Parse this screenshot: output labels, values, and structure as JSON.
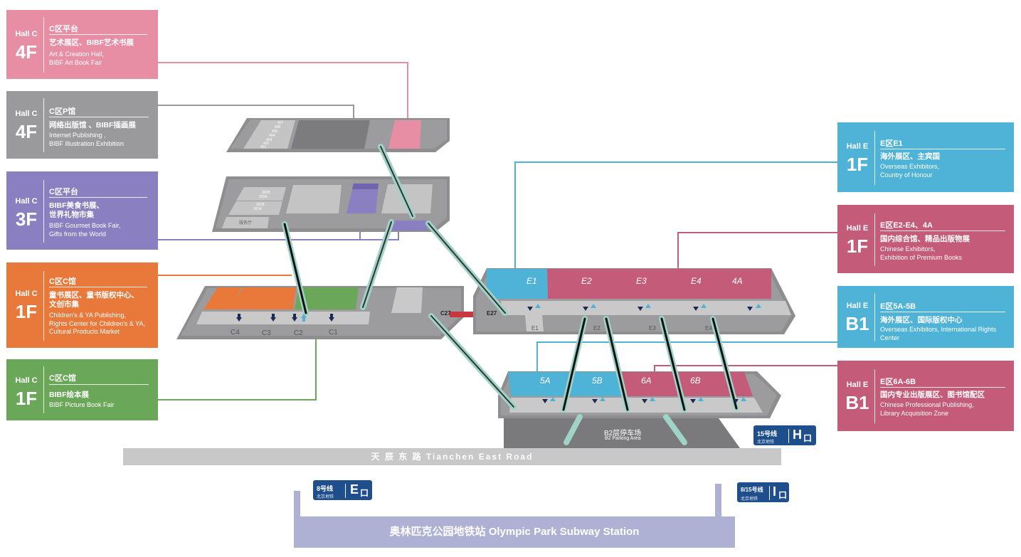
{
  "colors": {
    "pink": "#e78ea5",
    "gray": "#9a9a9c",
    "purple": "#8a7fc0",
    "orange": "#e8793b",
    "green": "#6aa759",
    "blue": "#4fb3d8",
    "red": "#c45b78",
    "navy": "#1f4e8c",
    "road": "#c8c8c8",
    "subway": "#aeb0d4"
  },
  "cards_left": [
    {
      "hall": "Hall C",
      "floor": "4F",
      "title": "C区平台",
      "zh": "艺术展区、BIBF艺术书展",
      "en": "Art & Creation Hall,\nBIBF Art Book Fair"
    },
    {
      "hall": "Hall C",
      "floor": "4F",
      "title": "C区P馆",
      "zh": "网络出版馆 、BIBF插画展",
      "en": "Internet Publishing ,\nBIBF Illustration Exhibition"
    },
    {
      "hall": "Hall C",
      "floor": "3F",
      "title": "C区平台",
      "zh": "BIBF美食书展、\n世界礼物市集",
      "en": "BIBF Gourmet Book Fair,\nGifts from the World"
    },
    {
      "hall": "Hall C",
      "floor": "1F",
      "title": "C区C馆",
      "zh": "童书展区、童书版权中心、\n文创市集",
      "en": "Children's & YA Publishing,\nRights Center for Children's & YA,\nCultural Products Market"
    },
    {
      "hall": "Hall C",
      "floor": "1F",
      "title": "C区C馆",
      "zh": "BIBF绘本展",
      "en": "BIBF Picture Book Fair"
    }
  ],
  "cards_right": [
    {
      "hall": "Hall E",
      "floor": "1F",
      "title": "E区E1",
      "zh": "海外展区、主宾国",
      "en": "Overseas Exhibitors,\nCountry of Honour"
    },
    {
      "hall": "Hall E",
      "floor": "1F",
      "title": "E区E2-E4、4A",
      "zh": "国内综合馆、精品出版物展",
      "en": "Chinese Exhibitors,\nExhibition of Premium Books"
    },
    {
      "hall": "Hall E",
      "floor": "B1",
      "title": "E区5A-5B",
      "zh": "海外展区、国际版权中心",
      "en": "Overseas Exhibitors, International Rights\nCenter"
    },
    {
      "hall": "Hall E",
      "floor": "B1",
      "title": "E区6A-6B",
      "zh": "国内专业出版展区、图书馆配区",
      "en": "Chinese Professional Publishing,\nLibrary Acquisition Zone"
    }
  ],
  "hall_c_entrances": [
    "C4",
    "C3",
    "C2",
    "C1"
  ],
  "hall_c_doors": [
    "C27",
    "E27"
  ],
  "hall_e_1f_zones": [
    "E1",
    "E2",
    "E3",
    "E4",
    "4A"
  ],
  "hall_e_entrances": [
    "E1",
    "E2",
    "E3",
    "E4"
  ],
  "hall_e_b1_zones": [
    "5A",
    "5B",
    "6A",
    "6B"
  ],
  "room_numbers_4f": [
    "407",
    "406",
    "405",
    "404",
    "403",
    "402",
    "401"
  ],
  "room_numbers_3f": [
    "302B",
    "302A",
    "301B",
    "301A"
  ],
  "room_3f_small": "服务厅",
  "parking": {
    "zh": "B2层停车场",
    "en": "B2 Parking Area"
  },
  "road_label": "天  辰  东  路   Tianchen East Road",
  "subway_label": "奥林匹克公园地铁站 Olympic Park Subway Station",
  "subway_mark": "北京地铁",
  "exits": [
    {
      "line": "15号线",
      "exit": "H",
      "suffix": "口"
    },
    {
      "line": "8号线",
      "exit": "E",
      "suffix": "口"
    },
    {
      "line": "8/15号线",
      "exit": "I",
      "suffix": "口"
    }
  ]
}
